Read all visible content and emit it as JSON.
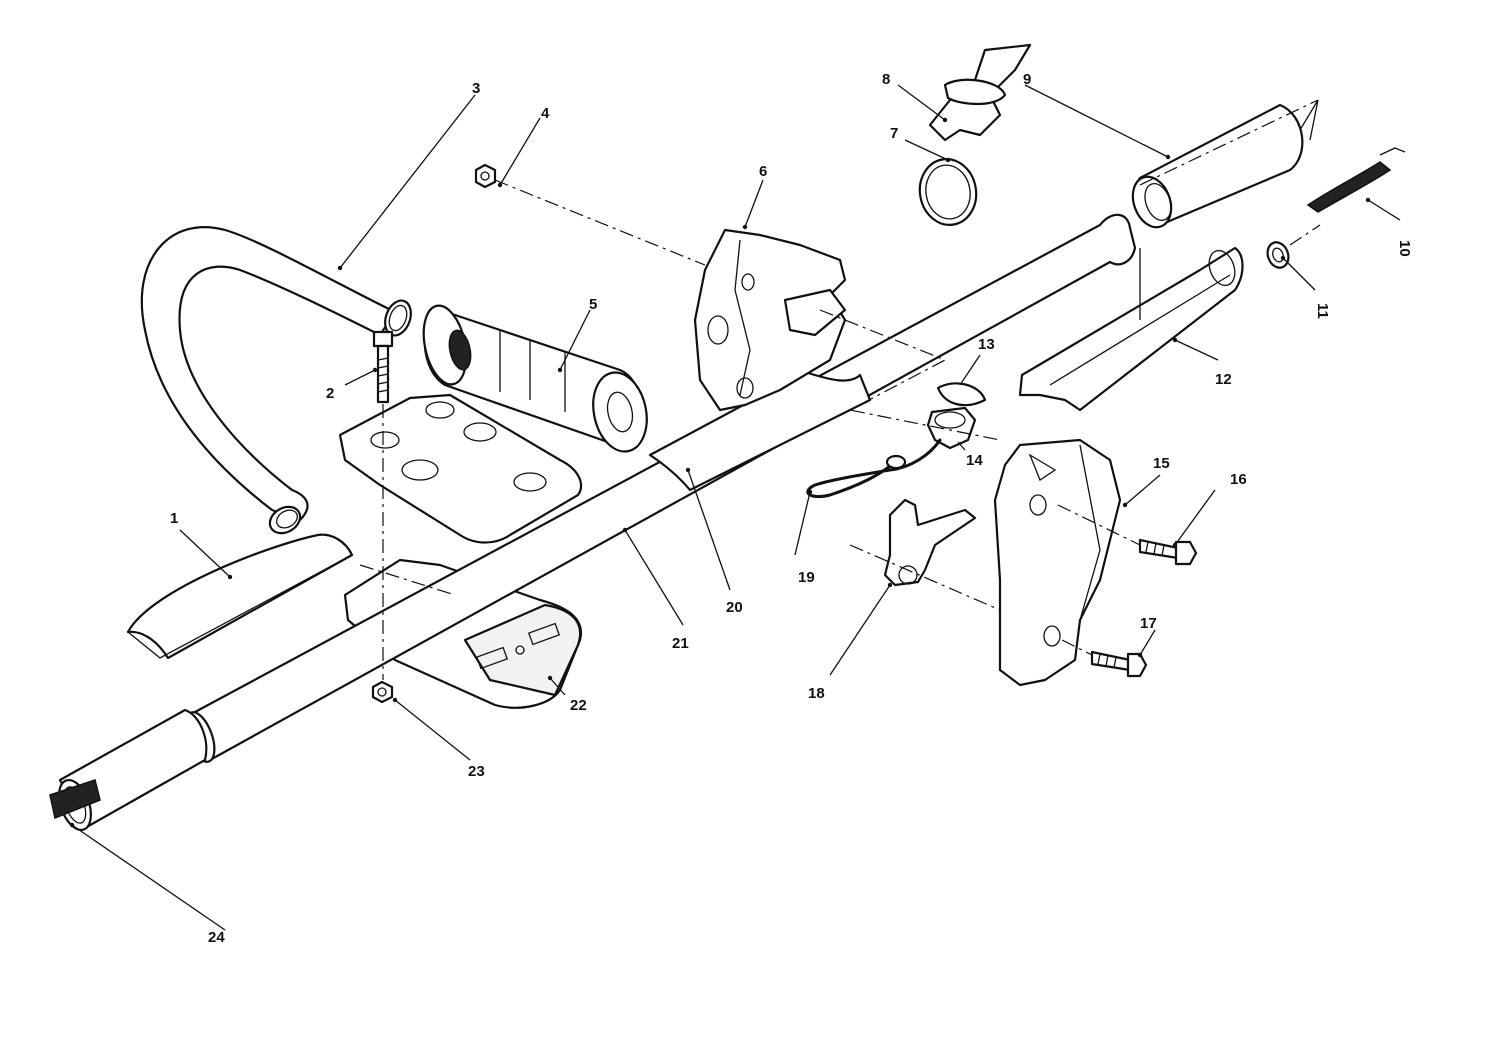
{
  "callouts": [
    {
      "id": "1",
      "label": "1"
    },
    {
      "id": "2",
      "label": "2"
    },
    {
      "id": "3",
      "label": "3"
    },
    {
      "id": "4",
      "label": "4"
    },
    {
      "id": "5",
      "label": "5"
    },
    {
      "id": "6",
      "label": "6"
    },
    {
      "id": "7",
      "label": "7"
    },
    {
      "id": "8",
      "label": "8"
    },
    {
      "id": "9",
      "label": "9"
    },
    {
      "id": "10",
      "label": "10"
    },
    {
      "id": "11",
      "label": "11"
    },
    {
      "id": "12",
      "label": "12"
    },
    {
      "id": "13",
      "label": "13"
    },
    {
      "id": "14",
      "label": "14"
    },
    {
      "id": "15",
      "label": "15"
    },
    {
      "id": "16",
      "label": "16"
    },
    {
      "id": "17",
      "label": "17"
    },
    {
      "id": "18",
      "label": "18"
    },
    {
      "id": "19",
      "label": "19"
    },
    {
      "id": "20",
      "label": "20"
    },
    {
      "id": "21",
      "label": "21"
    },
    {
      "id": "22",
      "label": "22"
    },
    {
      "id": "23",
      "label": "23"
    },
    {
      "id": "24",
      "label": "24"
    }
  ],
  "colors": {
    "ink": "#111111",
    "paper": "#ffffff"
  }
}
